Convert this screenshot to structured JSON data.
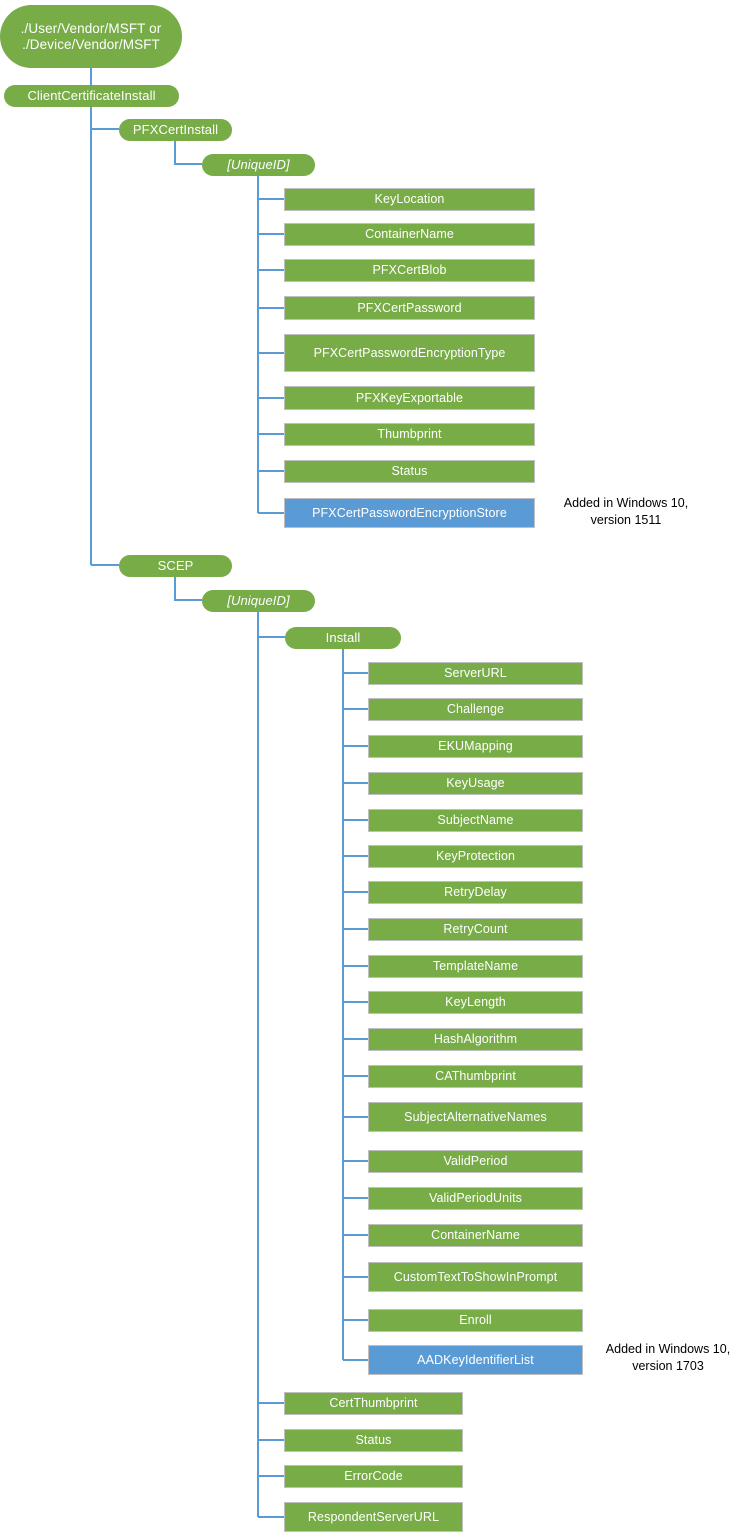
{
  "diagram": {
    "title": "ClientCertificateInstall CSP node tree",
    "colors": {
      "node_green": "#77AC47",
      "node_blue": "#5B9BD5",
      "connector": "#5B9BD5",
      "leaf_border": "#BFBFBF",
      "text_on_node": "#FFFFFF",
      "note_text": "#000000",
      "background": "#FFFFFF"
    },
    "root": {
      "label": "./User/Vendor/MSFT or\n./Device/Vendor/MSFT"
    },
    "level1": {
      "label": "ClientCertificateInstall"
    },
    "branches": [
      {
        "label": "PFXCertInstall",
        "child": {
          "label": "[UniqueID]"
        },
        "leaves": [
          {
            "label": "KeyLocation",
            "color": "green"
          },
          {
            "label": "ContainerName",
            "color": "green"
          },
          {
            "label": "PFXCertBlob",
            "color": "green"
          },
          {
            "label": "PFXCertPassword",
            "color": "green"
          },
          {
            "label": "PFXCertPasswordEncryptionType",
            "color": "green"
          },
          {
            "label": "PFXKeyExportable",
            "color": "green"
          },
          {
            "label": "Thumbprint",
            "color": "green"
          },
          {
            "label": "Status",
            "color": "green"
          },
          {
            "label": "PFXCertPasswordEncryptionStore",
            "color": "blue"
          }
        ]
      },
      {
        "label": "SCEP",
        "child": {
          "label": "[UniqueID]"
        },
        "install": {
          "label": "Install"
        },
        "install_leaves": [
          {
            "label": "ServerURL",
            "color": "green"
          },
          {
            "label": "Challenge",
            "color": "green"
          },
          {
            "label": "EKUMapping",
            "color": "green"
          },
          {
            "label": "KeyUsage",
            "color": "green"
          },
          {
            "label": "SubjectName",
            "color": "green"
          },
          {
            "label": "KeyProtection",
            "color": "green"
          },
          {
            "label": "RetryDelay",
            "color": "green"
          },
          {
            "label": "RetryCount",
            "color": "green"
          },
          {
            "label": "TemplateName",
            "color": "green"
          },
          {
            "label": "KeyLength",
            "color": "green"
          },
          {
            "label": "HashAlgorithm",
            "color": "green"
          },
          {
            "label": "CAThumbprint",
            "color": "green"
          },
          {
            "label": "SubjectAlternativeNames",
            "color": "green"
          },
          {
            "label": "ValidPeriod",
            "color": "green"
          },
          {
            "label": "ValidPeriodUnits",
            "color": "green"
          },
          {
            "label": "ContainerName",
            "color": "green"
          },
          {
            "label": "CustomTextToShowInPrompt",
            "color": "green"
          },
          {
            "label": "Enroll",
            "color": "green"
          },
          {
            "label": "AADKeyIdentifierList",
            "color": "blue"
          }
        ],
        "uniqueid_leaves": [
          {
            "label": "CertThumbprint",
            "color": "green"
          },
          {
            "label": "Status",
            "color": "green"
          },
          {
            "label": "ErrorCode",
            "color": "green"
          },
          {
            "label": "RespondentServerURL",
            "color": "green"
          }
        ]
      }
    ],
    "notes": [
      {
        "text": "Added in Windows 10,\nversion 1511"
      },
      {
        "text": "Added in Windows 10,\nversion 1703"
      }
    ]
  }
}
